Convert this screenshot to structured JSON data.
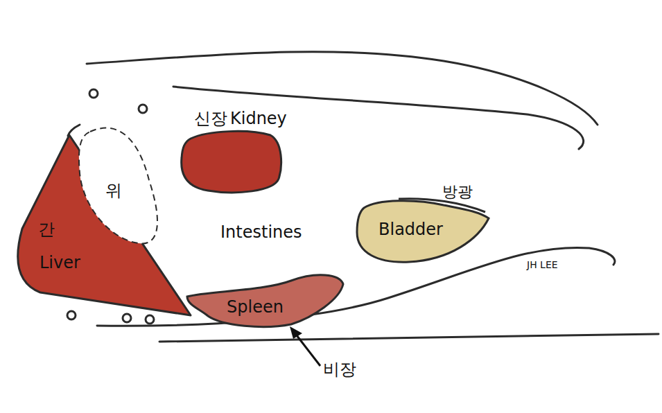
{
  "diagram": {
    "nodes": [
      {
        "text": [
          "간",
          "Liver"
        ]
      },
      {
        "text": [
          "위"
        ]
      },
      {
        "text": [
          "신장",
          "Kidney"
        ]
      },
      {
        "text": [
          "방광",
          "Bladder"
        ]
      },
      {
        "text": [
          "Spleen"
        ]
      }
    ],
    "labels": [
      "Intestines",
      "비장",
      "JH LEE"
    ]
  }
}
